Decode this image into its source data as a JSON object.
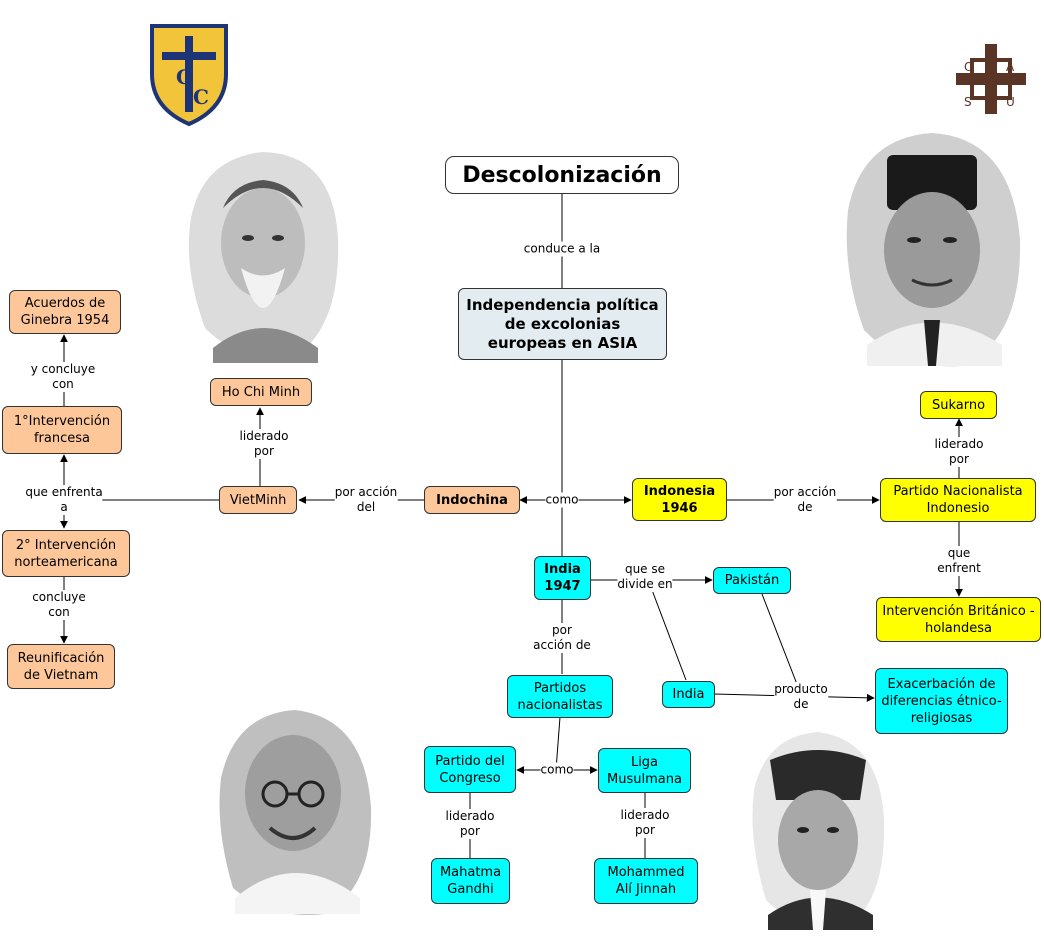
{
  "title": "Descolonización",
  "nodes": {
    "independencia": "Independencia política de excolonias europeas en ASIA",
    "indochina": "Indochina",
    "indonesia": "Indonesia 1946",
    "india1947": "India 1947",
    "vietminh": "VietMinh",
    "hochiminh": "Ho Chi Minh",
    "acuerdos": "Acuerdos de Ginebra 1954",
    "intervencion1": "1°Intervención francesa",
    "intervencion2": "2° Intervención norteamericana",
    "reunificacion": "Reunificación de Vietnam",
    "sukarno": "Sukarno",
    "partido_nac_indonesio": "Partido Nacionalista Indonesio",
    "intervencion_brit": "Intervención Británico - holandesa",
    "pakistan": "Pakistán",
    "india": "India",
    "exacerbacion": "Exacerbación de diferencias étnico-religiosas",
    "partidos_nacionalistas": "Partidos nacionalistas",
    "partido_congreso": "Partido del Congreso",
    "liga_musulmana": "Liga Musulmana",
    "gandhi": "Mahatma Gandhi",
    "jinnah": "Mohammed Alí Jinnah"
  },
  "links": {
    "conduce": "conduce a la",
    "como": "como",
    "por_accion_del": "por acción\ndel",
    "por_accion_de_indonesia": "por acción\nde",
    "liderado_por_hcm": "liderado\npor",
    "y_concluye": "y concluye\ncon",
    "que_enfrenta": "que enfrenta\na",
    "concluye_con": "concluye\ncon",
    "liderado_por_sukarno": "liderado\npor",
    "que_enfrent": "que\nenfrent",
    "que_se_divide": "que se\ndivide en",
    "por_accion_de_india": "por\nacción de",
    "producto_de": "producto\nde",
    "como2": "como",
    "liderado_por_gandhi": "liderado\npor",
    "liderado_por_jinnah": "liderado\npor"
  },
  "logos": {
    "left_letters": [
      "C",
      "C"
    ],
    "right_letters": [
      "O",
      "A",
      "S",
      "U"
    ]
  },
  "colors": {
    "orange": "#fdc79a",
    "yellow": "#ffff00",
    "cyan": "#00ffff",
    "title_box": "#e3ecf1"
  }
}
